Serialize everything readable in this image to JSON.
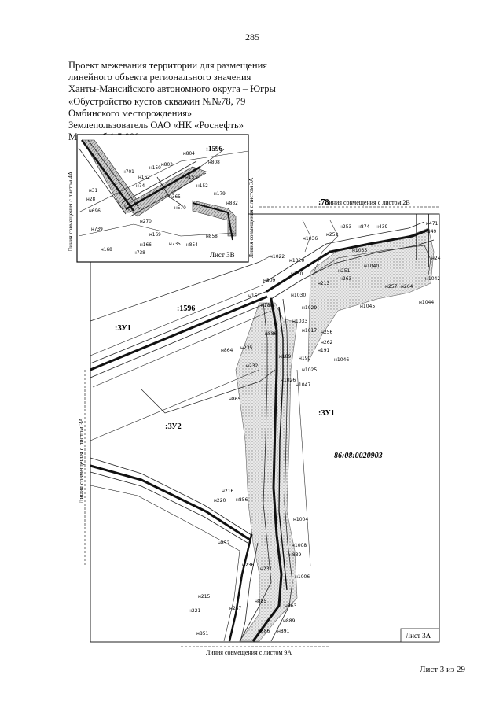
{
  "page": {
    "number": "285"
  },
  "title": {
    "lines": [
      "Проект межевания территории для размещения",
      "линейного объекта регионального значения",
      "Ханты-Мансийского автономного округа – Югры",
      "«Обустройство кустов скважин №№78, 79",
      "Омбинского месторождения»",
      "Землепользователь ОАО «НК «Роснефть»",
      "Масштаб 1:5 000"
    ]
  },
  "inset": {
    "sheet_label": "Лист 3В",
    "parcel_label": ":1596",
    "side_label": "Линия совмещения с листом 4А",
    "right_side_label": "Линия совмещения с листом 3А",
    "points": [
      "н804",
      "н808",
      "н701",
      "н150",
      "н803",
      "н162",
      "н153",
      "н74",
      "н152",
      "н179",
      "н31",
      "н28",
      "н696",
      "н270",
      "н365",
      "н570",
      "н882",
      "н739",
      "н169",
      "н166",
      "н735",
      "н854",
      "н858",
      "н168",
      "н738"
    ]
  },
  "main": {
    "sheet_label": "Лист 3А",
    "top_line_label": "Линия совмещения с листом 2В",
    "left_line_label": "Линия совмещения с листом 3А",
    "bottom_line_label": "Линия совмещения с листом 9А",
    "cadastral_block": "86:08:0020903",
    "zones": [
      ":ЗУ1",
      ":ЗУ2",
      ":ЗУ1",
      ":1596",
      ":78"
    ],
    "points": [
      "н1036",
      "н253",
      "н874",
      "н439",
      "н252",
      "н471",
      "н849",
      "н1022",
      "н1020",
      "н1035",
      "н251",
      "н1040",
      "н24",
      "н150",
      "н263",
      "н257",
      "н264",
      "н1042",
      "н809",
      "н213",
      "н151",
      "н180",
      "н1030",
      "н1044",
      "н1045",
      "н1033",
      "н1017",
      "н256",
      "н886",
      "н262",
      "н1029",
      "н191",
      "н235",
      "н864",
      "н189",
      "н190",
      "н1046",
      "н232",
      "н1025",
      "н1026",
      "н1047",
      "н865",
      "н216",
      "н220",
      "н856",
      "н852",
      "н1004",
      "н1008",
      "н839",
      "н236",
      "н231",
      "н1006",
      "н215",
      "н885",
      "н221",
      "н863",
      "н237",
      "н889",
      "н851",
      "н886",
      "н891"
    ]
  },
  "footer": {
    "sheet_of": "Лист 3 из 29"
  }
}
